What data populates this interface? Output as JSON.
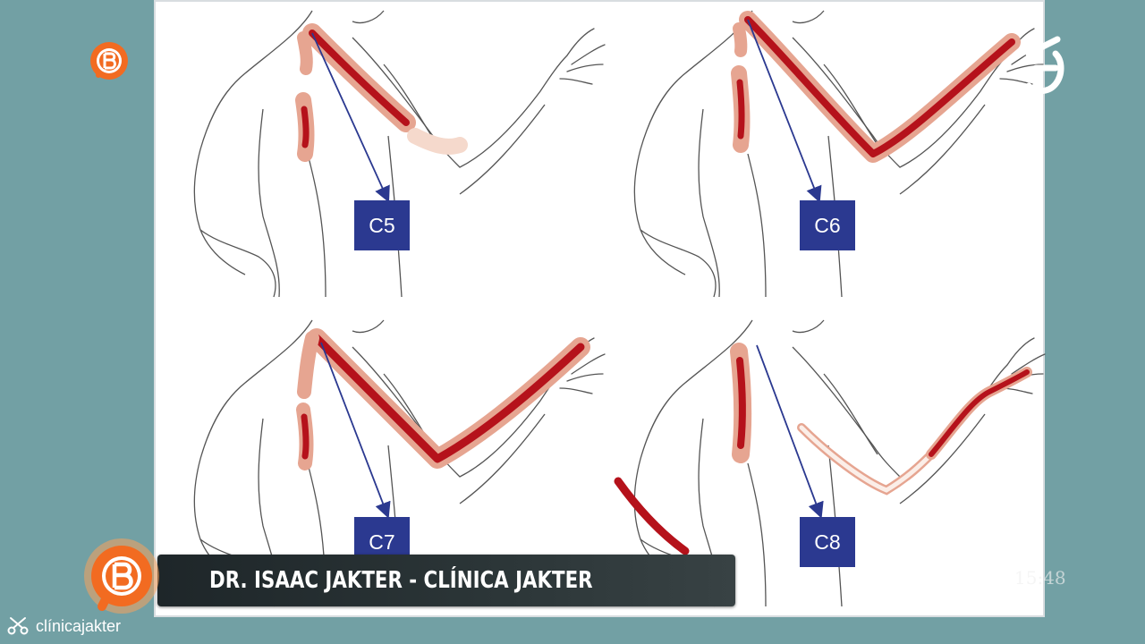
{
  "diagram": {
    "segments": [
      {
        "label": "C5"
      },
      {
        "label": "C6"
      },
      {
        "label": "C7"
      },
      {
        "label": "C8"
      }
    ]
  },
  "lower_third": {
    "text": "DR. ISAAC JAKTER - CLÍNICA JAKTER"
  },
  "footer": {
    "brand": "clínicajakter",
    "icon": "scissors-icon"
  },
  "overlay": {
    "clock": "15:48",
    "channel_icon": "channel-13-logo",
    "program_icon": "bienvenidos-b-logo"
  },
  "colors": {
    "background": "#72a0a4",
    "pain_red": "#b5121b",
    "pain_light": "#e6a591",
    "label_blue": "#2b3990",
    "logo_orange": "#f26b21"
  }
}
